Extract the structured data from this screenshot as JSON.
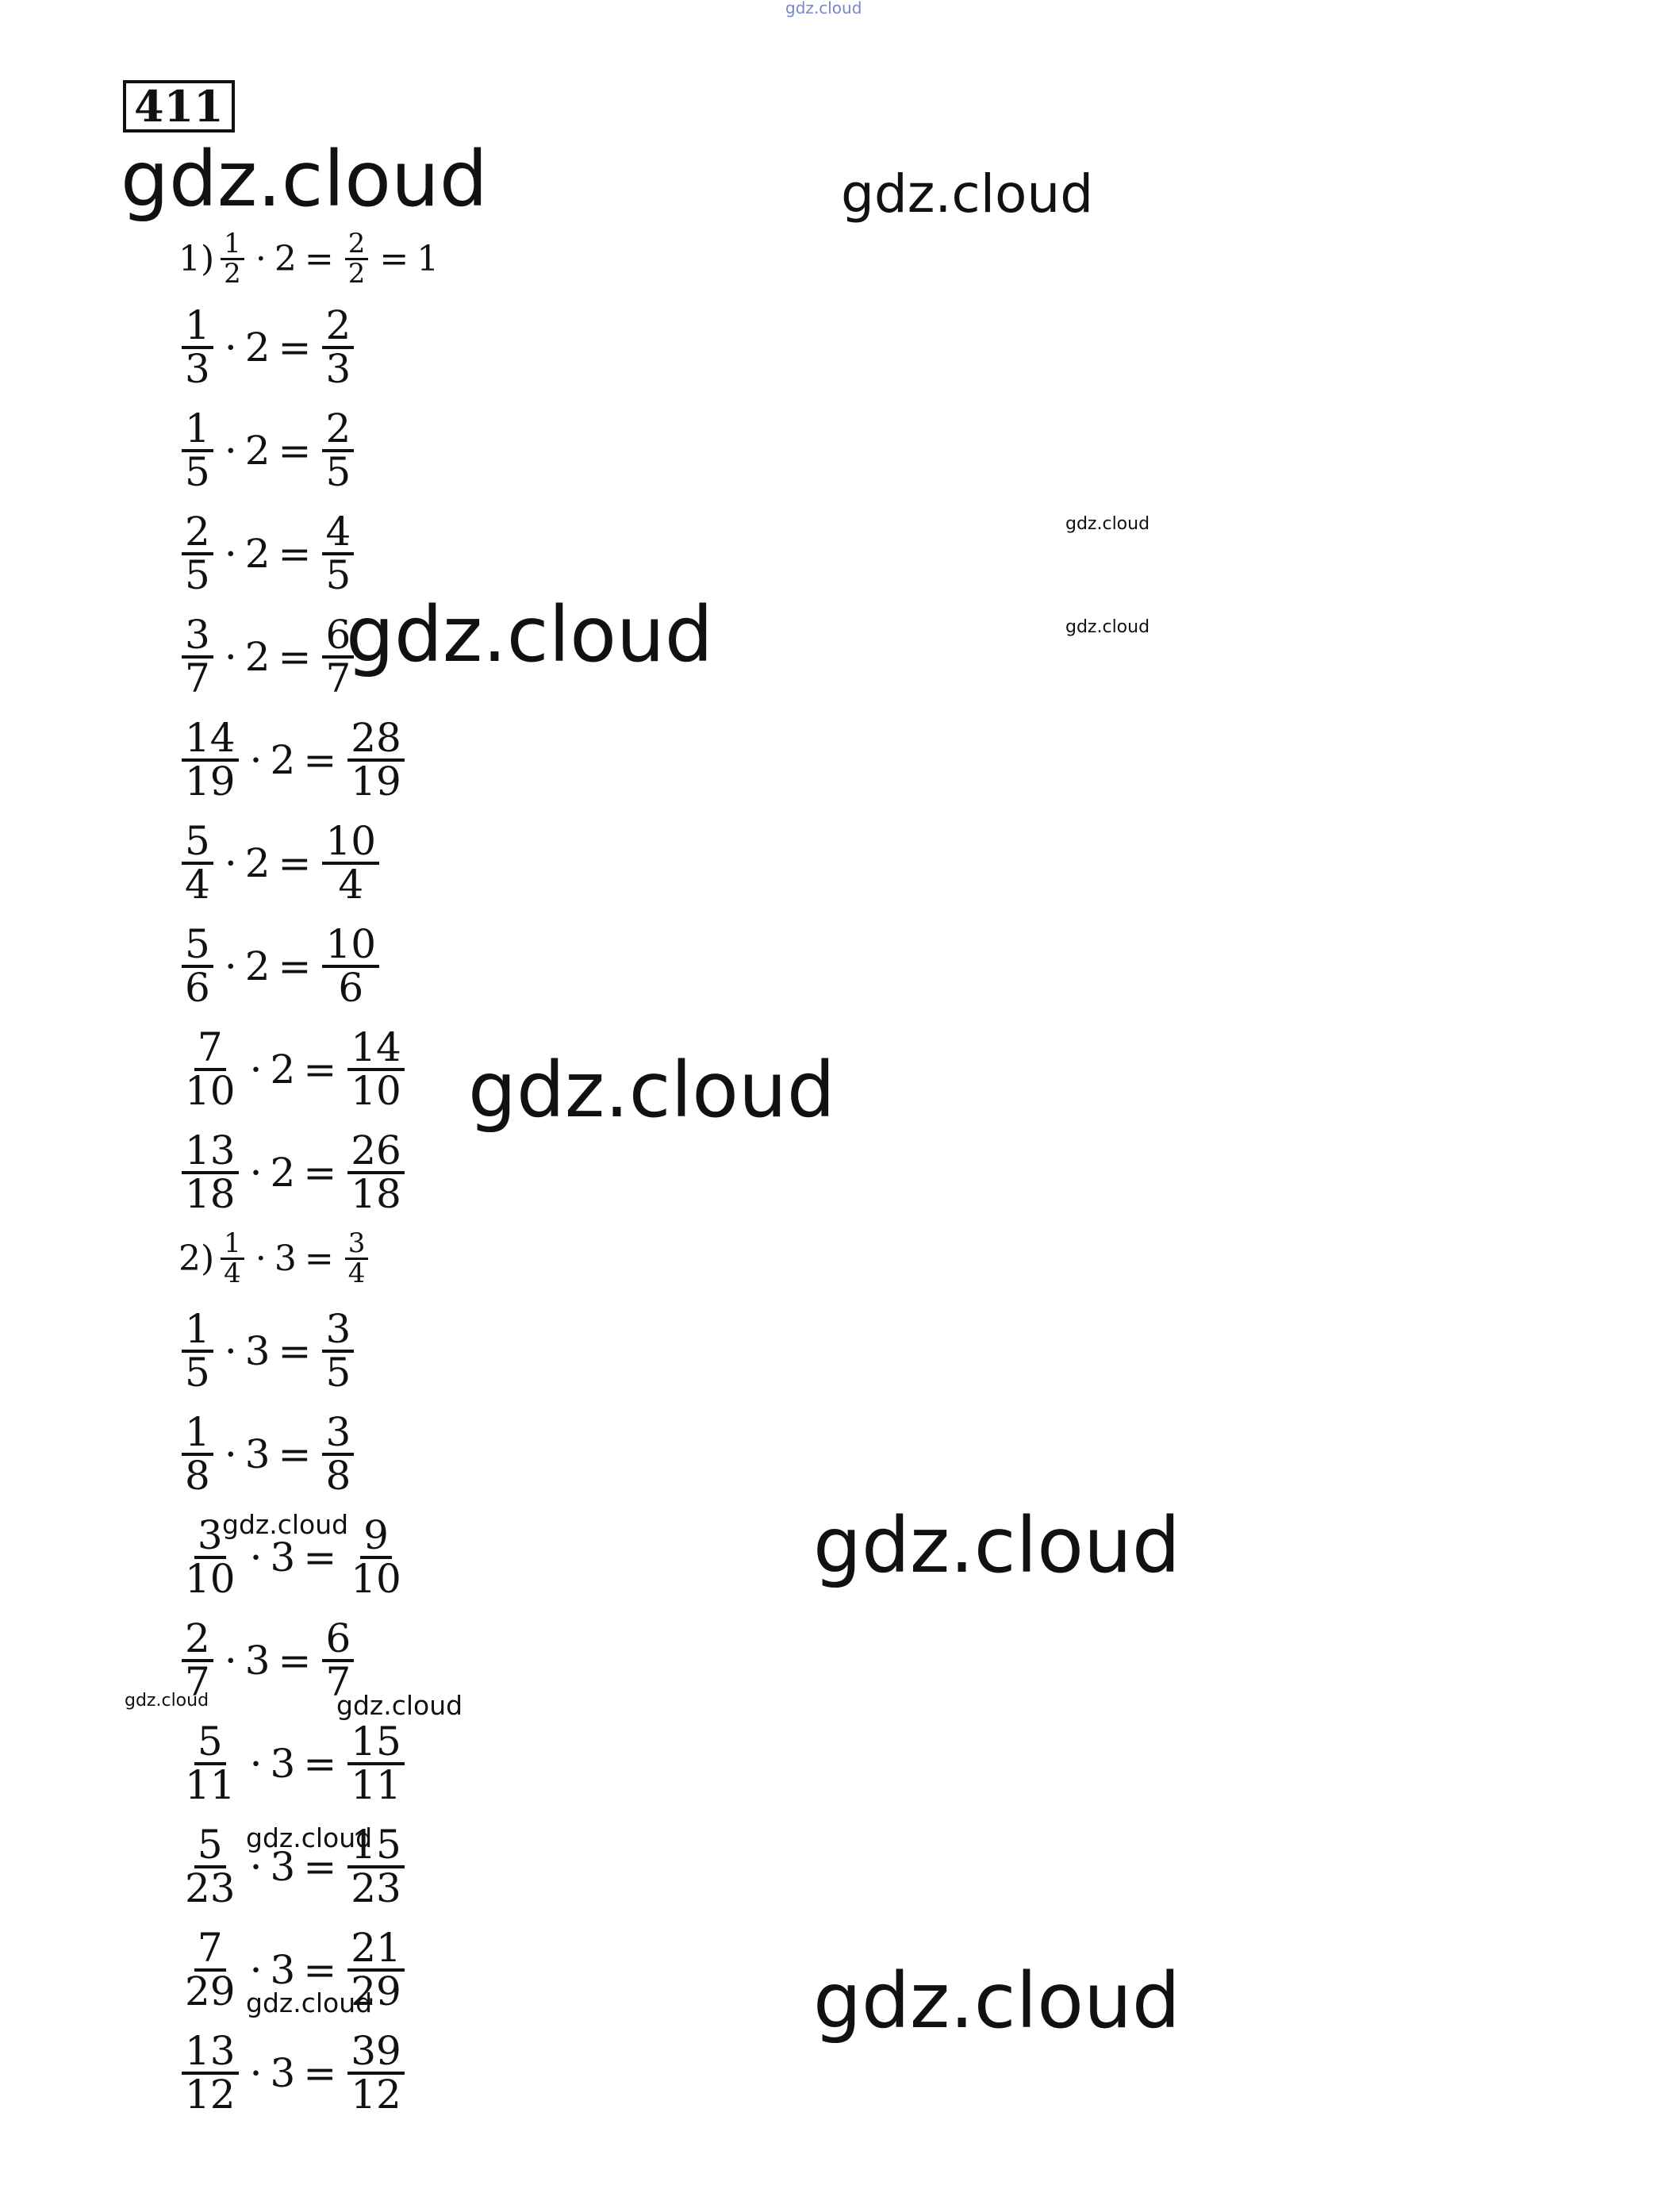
{
  "watermark": "gdz.cloud",
  "problem_number": "411",
  "part1": {
    "label": "1)",
    "first_result": "1",
    "rows": [
      {
        "n1": "1",
        "d1": "2",
        "m": "2",
        "n2": "2",
        "d2": "2"
      },
      {
        "n1": "1",
        "d1": "3",
        "m": "2",
        "n2": "2",
        "d2": "3"
      },
      {
        "n1": "1",
        "d1": "5",
        "m": "2",
        "n2": "2",
        "d2": "5"
      },
      {
        "n1": "2",
        "d1": "5",
        "m": "2",
        "n2": "4",
        "d2": "5"
      },
      {
        "n1": "3",
        "d1": "7",
        "m": "2",
        "n2": "6",
        "d2": "7"
      },
      {
        "n1": "14",
        "d1": "19",
        "m": "2",
        "n2": "28",
        "d2": "19"
      },
      {
        "n1": "5",
        "d1": "4",
        "m": "2",
        "n2": "10",
        "d2": "4"
      },
      {
        "n1": "5",
        "d1": "6",
        "m": "2",
        "n2": "10",
        "d2": "6"
      },
      {
        "n1": "7",
        "d1": "10",
        "m": "2",
        "n2": "14",
        "d2": "10"
      },
      {
        "n1": "13",
        "d1": "18",
        "m": "2",
        "n2": "26",
        "d2": "18"
      }
    ]
  },
  "part2": {
    "label": "2)",
    "rows": [
      {
        "n1": "1",
        "d1": "4",
        "m": "3",
        "n2": "3",
        "d2": "4"
      },
      {
        "n1": "1",
        "d1": "5",
        "m": "3",
        "n2": "3",
        "d2": "5"
      },
      {
        "n1": "1",
        "d1": "8",
        "m": "3",
        "n2": "3",
        "d2": "8"
      },
      {
        "n1": "3",
        "d1": "10",
        "m": "3",
        "n2": "9",
        "d2": "10"
      },
      {
        "n1": "2",
        "d1": "7",
        "m": "3",
        "n2": "6",
        "d2": "7"
      },
      {
        "n1": "5",
        "d1": "11",
        "m": "3",
        "n2": "15",
        "d2": "11"
      },
      {
        "n1": "5",
        "d1": "23",
        "m": "3",
        "n2": "15",
        "d2": "23"
      },
      {
        "n1": "7",
        "d1": "29",
        "m": "3",
        "n2": "21",
        "d2": "29"
      },
      {
        "n1": "13",
        "d1": "12",
        "m": "3",
        "n2": "39",
        "d2": "12"
      }
    ]
  }
}
